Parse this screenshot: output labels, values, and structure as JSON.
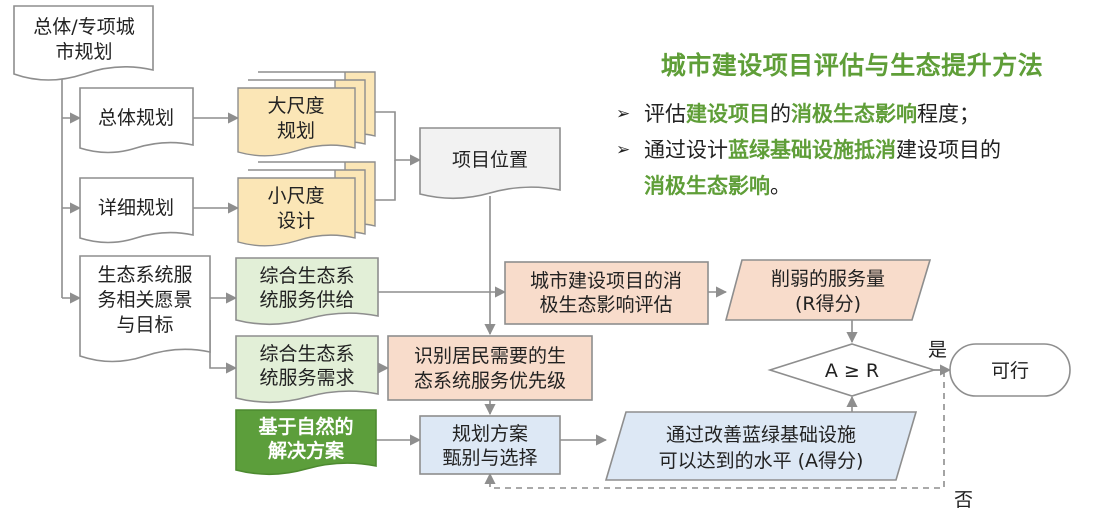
{
  "title": "城市建设项目评估与生态提升方法",
  "bullets": [
    {
      "parts": [
        {
          "t": "评估",
          "hl": false
        },
        {
          "t": "建设项目",
          "hl": true
        },
        {
          "t": "的",
          "hl": false
        },
        {
          "t": "消极生态影响",
          "hl": true
        },
        {
          "t": "程度；",
          "hl": false
        }
      ]
    },
    {
      "parts": [
        {
          "t": "通过设计",
          "hl": false
        },
        {
          "t": "蓝绿基础设施抵消",
          "hl": true
        },
        {
          "t": "建设项目的",
          "hl": false
        }
      ],
      "cont": [
        {
          "t": "消极生态影响",
          "hl": true
        },
        {
          "t": "。",
          "hl": false
        }
      ]
    }
  ],
  "nodes": {
    "master_plan": [
      "总体/专项城",
      "市规划"
    ],
    "overall_plan": [
      "总体规划"
    ],
    "detail_plan": [
      "详细规划"
    ],
    "eco_vision": [
      "生态系统服",
      "务相关愿景",
      "与目标"
    ],
    "large_scale": [
      "大尺度",
      "规划"
    ],
    "small_scale": [
      "小尺度",
      "设计"
    ],
    "eco_supply": [
      "综合生态系",
      "统服务供给"
    ],
    "eco_demand": [
      "综合生态系",
      "统服务需求"
    ],
    "nbs": [
      "基于自然的",
      "解决方案"
    ],
    "project_location": [
      "项目位置"
    ],
    "impact_assess": [
      "城市建设项目的消",
      "极生态影响评估"
    ],
    "priority": [
      "识别居民需要的生",
      "态系统服务优先级"
    ],
    "plan_select": [
      "规划方案",
      "甄别与选择"
    ],
    "weakened": [
      "削弱的服务量",
      "(R得分)"
    ],
    "decision": [
      "A ≥ R"
    ],
    "feasible": [
      "可行"
    ],
    "improve": [
      "通过改善蓝绿基础设施",
      "可以达到的水平 (A得分)"
    ]
  },
  "labels": {
    "yes": "是",
    "no": "否"
  },
  "colors": {
    "title_green": "#5f9e38",
    "orange_fill": "#f8dccb",
    "yellow_fill": "#fbe6b6",
    "green_fill": "#e2efd7",
    "green_dark": "#5c9e3b",
    "blue_fill": "#dde8f5",
    "gray_fill": "#f2f2f2",
    "stroke": "#8e8e8e"
  }
}
